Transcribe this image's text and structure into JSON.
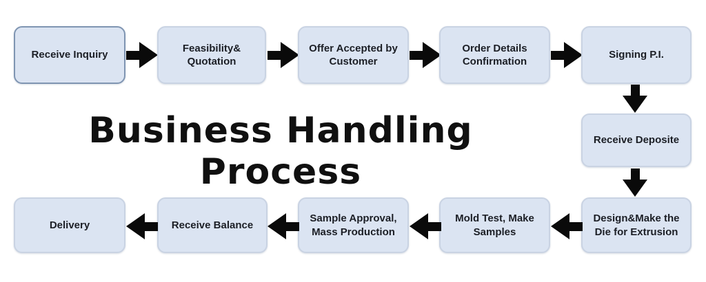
{
  "title": "Business Handling Process",
  "nodes": {
    "receive_inquiry": {
      "label": "Receive Inquiry"
    },
    "feasibility": {
      "label": "Feasibility&\nQuotation"
    },
    "offer_accepted": {
      "label": "Offer Accepted by\nCustomer"
    },
    "order_details": {
      "label": "Order Details\nConfirmation"
    },
    "signing_pi": {
      "label": "Signing P.I."
    },
    "receive_deposite": {
      "label": "Receive Deposite"
    },
    "design_make_die": {
      "label": "Design&Make the\nDie for Extrusion"
    },
    "mold_test": {
      "label": "Mold Test, Make\nSamples"
    },
    "sample_approval": {
      "label": "Sample Approval,\nMass Production"
    },
    "receive_balance": {
      "label": "Receive Balance"
    },
    "delivery": {
      "label": "Delivery"
    }
  },
  "flow_sequence": [
    "Receive Inquiry",
    "Feasibility& Quotation",
    "Offer Accepted by Customer",
    "Order Details Confirmation",
    "Signing P.I.",
    "Receive Deposite",
    "Design&Make the Die for Extrusion",
    "Mold Test, Make Samples",
    "Sample Approval, Mass Production",
    "Receive Balance",
    "Delivery"
  ],
  "colors": {
    "box_fill": "#dbe4f2",
    "box_border": "#c9d3e3",
    "first_box_border": "#7f95b2",
    "arrow": "#0a0a0a",
    "text": "#1c1f26",
    "title_text": "#101010",
    "background": "#ffffff"
  }
}
